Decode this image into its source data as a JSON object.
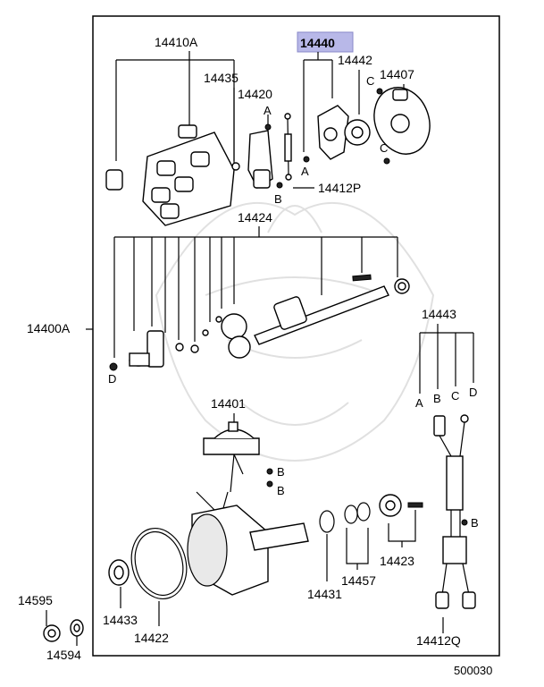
{
  "figure_code": "500030",
  "highlight_color": "#b8b8e8",
  "parts": {
    "p14410A": "14410A",
    "p14435": "14435",
    "p14420": "14420",
    "p14440": "14440",
    "p14442": "14442",
    "p14407": "14407",
    "p14412P": "14412P",
    "p14424": "14424",
    "p14400A": "14400A",
    "p14443": "14443",
    "p14401": "14401",
    "p14423": "14423",
    "p14457": "14457",
    "p14431": "14431",
    "p14433": "14433",
    "p14422": "14422",
    "p14412Q": "14412Q",
    "p14595": "14595",
    "p14594": "14594"
  },
  "refs": {
    "A": "A",
    "B": "B",
    "C": "C",
    "D": "D"
  }
}
